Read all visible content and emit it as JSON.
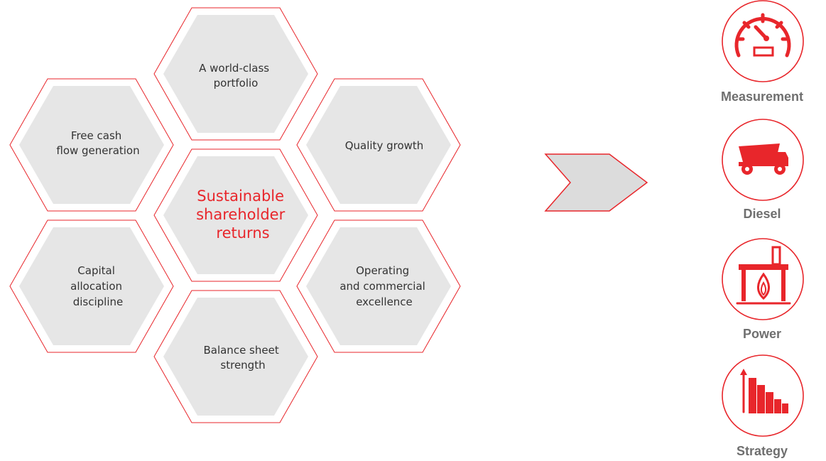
{
  "colors": {
    "accent": "#e8262b",
    "hex_fill": "#e6e6e6",
    "hex_outline": "#e8262b",
    "label_gray": "#6f6f6f",
    "text_dark": "#333333"
  },
  "center": {
    "lines": [
      "Sustainable",
      "shareholder",
      "returns"
    ]
  },
  "hexagons": [
    {
      "id": "portfolio",
      "lines": [
        "A world-class",
        "portfolio"
      ]
    },
    {
      "id": "free-cash-flow",
      "lines": [
        "Free cash",
        "flow generation"
      ]
    },
    {
      "id": "quality-growth",
      "lines": [
        "Quality growth"
      ]
    },
    {
      "id": "capital-allocation",
      "lines": [
        "Capital",
        "allocation",
        "discipline"
      ]
    },
    {
      "id": "operating-excellence",
      "lines": [
        "Operating",
        "and commercial",
        "excellence"
      ]
    },
    {
      "id": "balance-sheet",
      "lines": [
        "Balance sheet",
        "strength"
      ]
    }
  ],
  "arrow": {
    "icon": "chevron-right-icon"
  },
  "icons": [
    {
      "label": "Measurement",
      "icon": "speedometer-icon"
    },
    {
      "label": "Diesel",
      "icon": "dump-truck-icon"
    },
    {
      "label": "Power",
      "icon": "furnace-icon"
    },
    {
      "label": "Strategy",
      "icon": "bar-chart-down-icon"
    }
  ]
}
